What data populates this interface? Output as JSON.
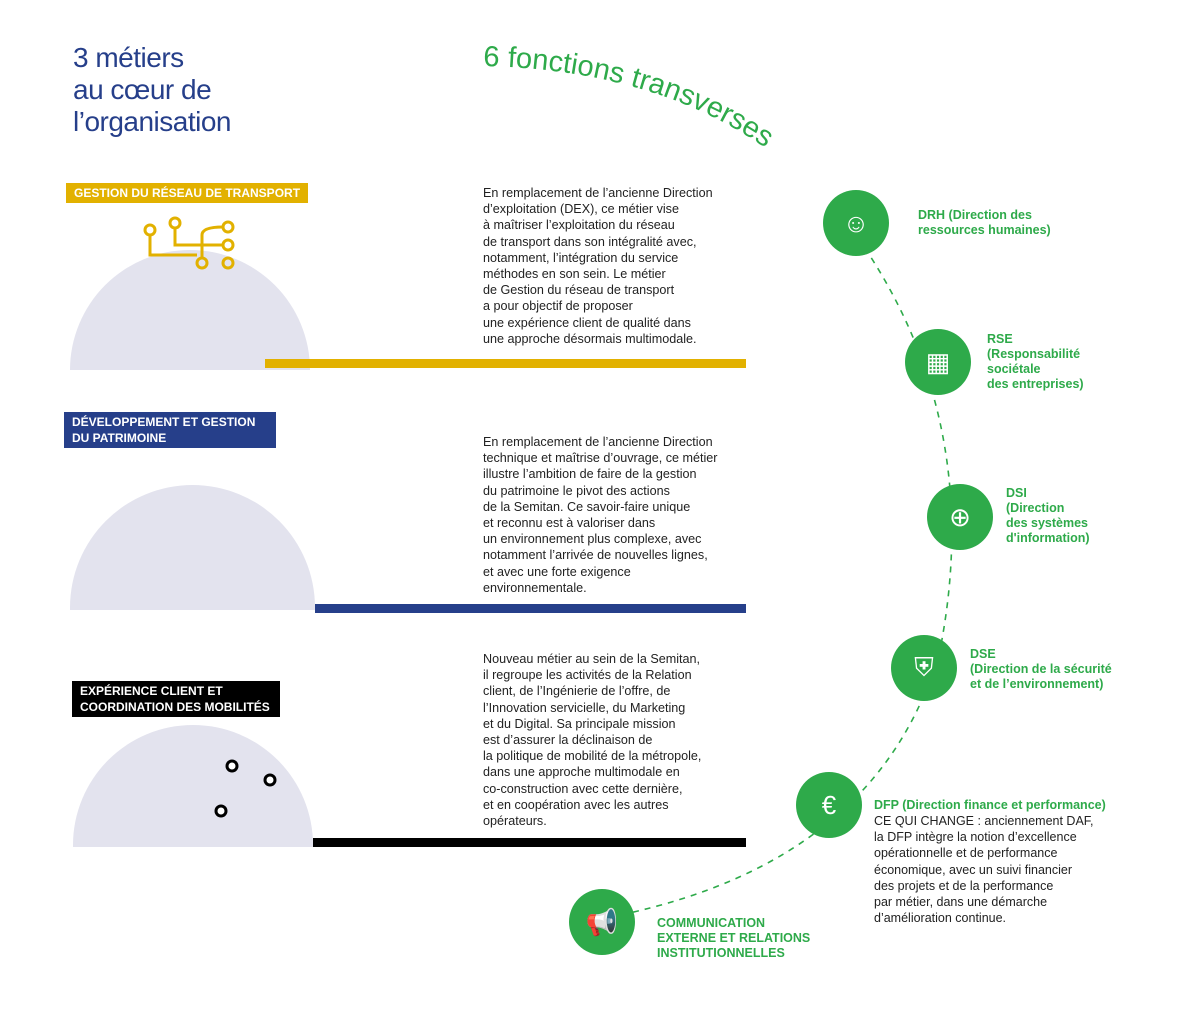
{
  "title": "3 métiers\nau cœur de\nl’organisation",
  "title_lines": [
    "3 métiers",
    "au cœur de",
    "l’organisation"
  ],
  "arc_title": "6 fonctions transverses",
  "colors": {
    "navy": "#263f8a",
    "yellow": "#e2b100",
    "green": "#2eaa4a",
    "black": "#000000"
  },
  "metiers": [
    {
      "label": "GESTION DU RÉSEAU DE TRANSPORT",
      "text": "En remplacement de l’ancienne Direction\nd’exploitation (DEX), ce métier vise\nà maîtriser l’exploitation du réseau\nde transport dans son intégralité avec,\nnotamment, l’intégration du service\nméthodes en son sein. Le métier\nde Gestion du réseau de transport\na pour objectif de proposer\nune expérience client de qualité dans\nune approche désormais multimodale.",
      "icon": "bus-network-icon"
    },
    {
      "label": "DÉVELOPPEMENT ET GESTION\nDU PATRIMOINE",
      "text": "En remplacement de l’ancienne Direction\ntechnique et maîtrise d’ouvrage, ce métier\nillustre l’ambition de faire de la gestion\ndu patrimoine le pivot des actions\nde la Semitan. Ce savoir-faire unique\net reconnu est à valoriser dans\nun environnement plus complexe, avec\nnotamment l’arrivée de nouvelles lignes,\net avec une forte exigence\nenvironnementale.",
      "icon": "city-tram-icon"
    },
    {
      "label": "EXPÉRIENCE CLIENT ET\nCOORDINATION DES MOBILITÉS",
      "text": "Nouveau métier au sein de la Semitan,\nil regroupe les activités de la Relation\nclient, de l’Ingénierie de l’offre, de\nl’Innovation servicielle, du Marketing\net du Digital. Sa principale mission\nest d’assurer la déclinaison de\nla politique de mobilité de la métropole,\ndans une approche multimodale en\nco-construction avec cette dernière,\net en coopération avec les autres\nopérateurs.",
      "icon": "person-touchscreen-icon"
    }
  ],
  "fonctions": [
    {
      "label": "DRH (Direction des\nressources humaines)",
      "icon": "hand-person-icon",
      "glyph": "☺"
    },
    {
      "label": "RSE\n(Responsabilité\nsociétale\ndes entreprises)",
      "icon": "hand-building-plant-icon",
      "glyph": "▦"
    },
    {
      "label": "DSI\n(Direction\ndes systèmes\nd'information)",
      "icon": "cloud-globe-gear-icon",
      "glyph": "⊕"
    },
    {
      "label": "DSE\n(Direction de la sécurité\net de l’environnement)",
      "icon": "shield-lock-icon",
      "glyph": "⛨"
    },
    {
      "label": "DFP (Direction finance et performance)",
      "description": "CE QUI CHANGE : anciennement DAF,\nla DFP intègre la notion d’excellence\nopérationnelle et de performance\néconomique, avec un suivi financier\ndes projets et de la performance\npar métier, dans une démarche\nd’amélioration continue.",
      "icon": "euro-growth-icon",
      "glyph": "€"
    },
    {
      "label": "COMMUNICATION\nEXTERNE ET RELATIONS\nINSTITUTIONNELLES",
      "icon": "megaphone-icon",
      "glyph": "📢"
    }
  ]
}
